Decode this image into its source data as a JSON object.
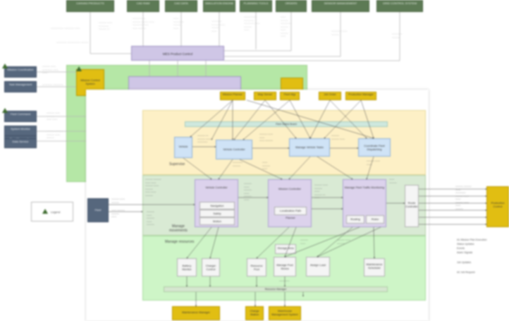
{
  "background_diagram": {
    "top_boxes": [
      "CANVAS PRODUCTS",
      "CAD RAW",
      "CAD DATA",
      "SIMULATION ENGINE",
      "PLANNING TOOLS",
      "ORDERS",
      "SENSOR MANAGEMENT",
      "GRID CONTROL SYSTEM"
    ],
    "center_box": "MES Product Control",
    "left_boxes": [
      "Mission Coordination",
      "Task Management",
      "Fleet Command",
      "System Monitor",
      "Fleet Diagnostics",
      "Data Service"
    ],
    "left_yellow": "Mission Control System",
    "legend_label": "Legend"
  },
  "front_diagram": {
    "top_yellow": [
      "Mission Planner",
      "Map Server",
      "Fleet Mgr",
      "Job Order",
      "Production Manager"
    ],
    "sections": {
      "supervise": "Supervise",
      "manage_movements": "Manage\nmovements",
      "manage_resources": "Manage resources"
    },
    "supervise_boxes": [
      "Vehicle",
      "Vehicle Controller",
      "Manage Vehicle Tasks",
      "Coordinate Fleet Dispatching"
    ],
    "supervise_bar": "Fleet Status Board",
    "movement_boxes": {
      "controller": "Vehicle Controller",
      "mission": "Mission Controller",
      "traffic": "Manage Fleet Traffic Monitoring",
      "mission_inner": "Localization Path Planner",
      "traffic_inner_left": "Routing",
      "traffic_inner_right": "Rules",
      "controller_items": [
        "Navigation",
        "Safety",
        "Motion"
      ]
    },
    "resource_boxes": [
      "Battery Monitor",
      "Charger Control",
      "Resource Pool",
      "Storage Area",
      "Manage Pool Stores",
      "Assign Load",
      "Maintenance Scheduler"
    ],
    "resource_bar": "Resource Manager",
    "bottom_yellow": [
      "Maintenance Manager",
      "Charge Station",
      "Warehouse Management System"
    ],
    "left_box": "Fleet",
    "right_box": "Route Controller",
    "far_right_yellow": "Production Control"
  },
  "legend_notes": [
    "A1 Mission Plan Execution",
    "Status Updates",
    "Events",
    "Alarm Signals",
    "Job Updates",
    "A2 Job Request"
  ]
}
